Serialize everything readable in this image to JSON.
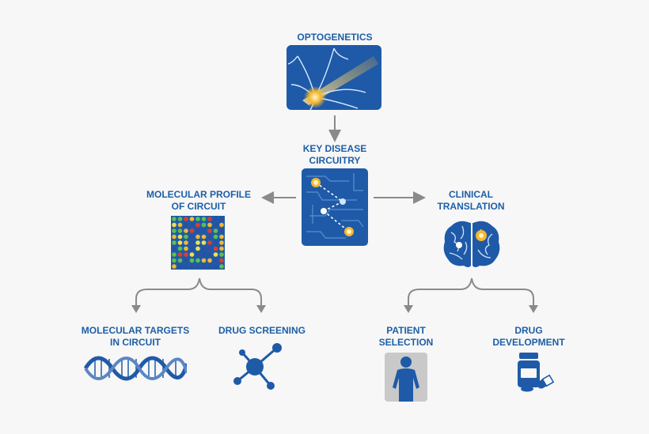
{
  "nodes": {
    "optogenetics": {
      "label": "OPTOGENETICS"
    },
    "key_disease": {
      "line1": "KEY DISEASE",
      "line2": "CIRCUITRY"
    },
    "molecular_profile": {
      "line1": "MOLECULAR PROFILE",
      "line2": "OF CIRCUIT"
    },
    "clinical": {
      "line1": "CLINICAL",
      "line2": "TRANSLATION"
    },
    "molecular_targets": {
      "line1": "MOLECULAR TARGETS",
      "line2": "IN CIRCUIT"
    },
    "drug_screening": {
      "label": "DRUG SCREENING"
    },
    "patient_selection": {
      "line1": "PATIENT",
      "line2": "SELECTION"
    },
    "drug_development": {
      "line1": "DRUG",
      "line2": "DEVELOPMENT"
    }
  },
  "colors": {
    "text": "#1d5fa8",
    "icon_blue": "#1f5aa8",
    "arrow": "#8a8a8a",
    "glow": "#f5b82e"
  },
  "icons": [
    "neuron-light-icon",
    "circuit-board-icon",
    "heatmap-grid-icon",
    "brain-icon",
    "dna-helix-icon",
    "molecule-network-icon",
    "person-silhouette-icon",
    "pill-bottle-icon"
  ]
}
